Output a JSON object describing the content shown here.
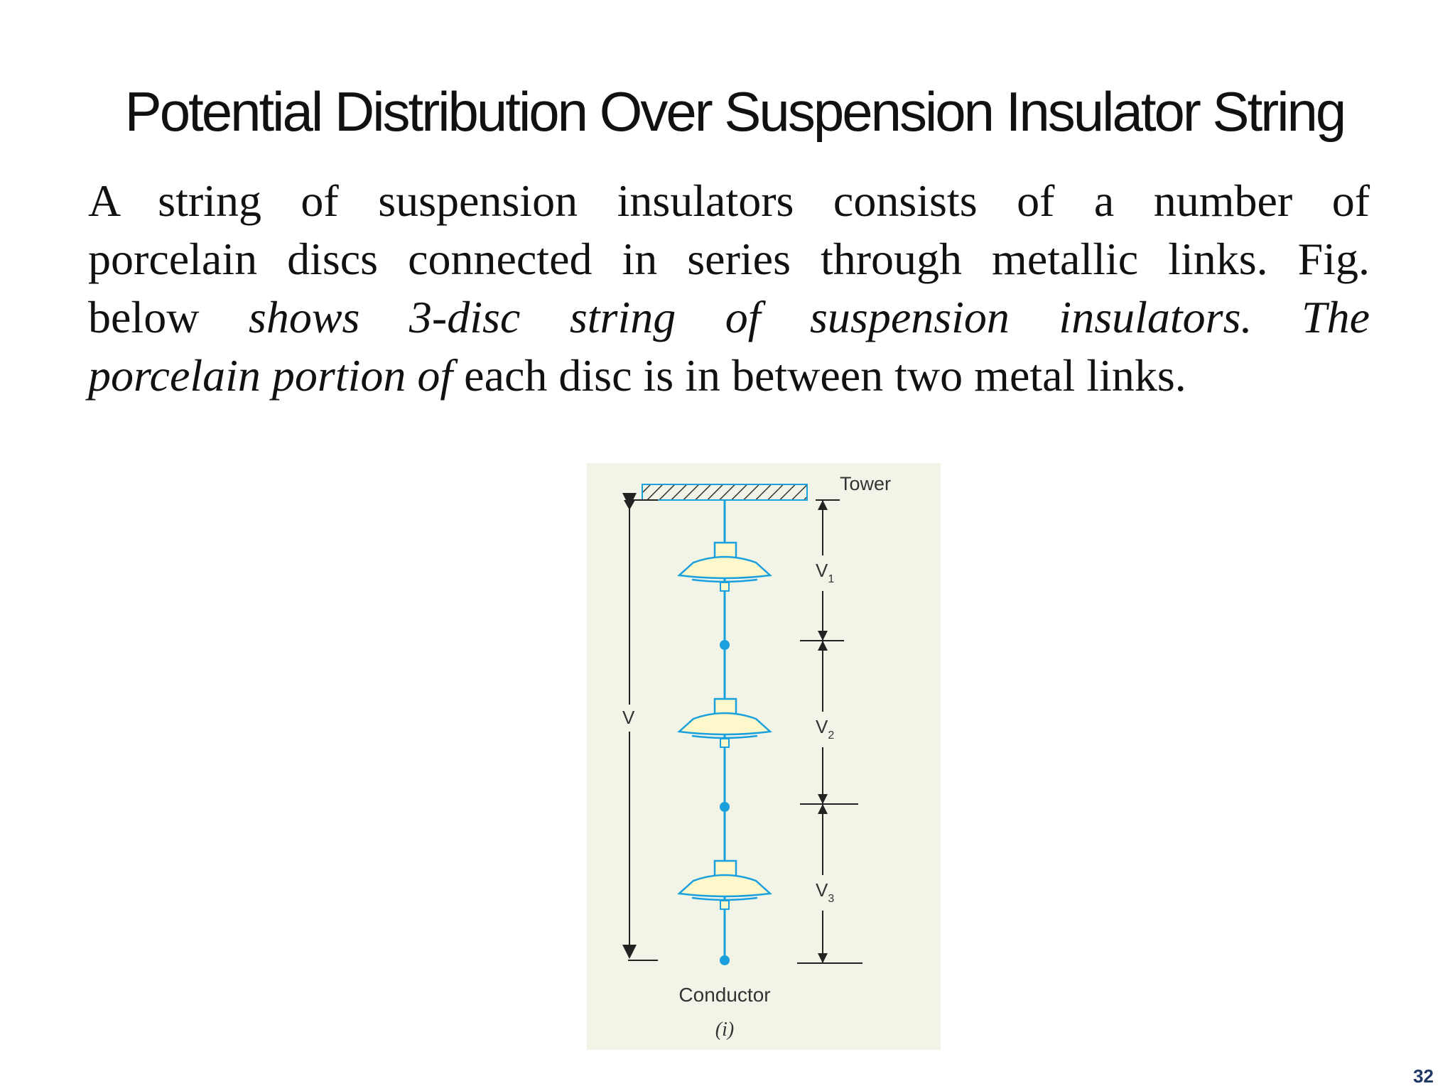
{
  "slide": {
    "title": "Potential Distribution Over Suspension Insulator String",
    "page_number": "32"
  },
  "paragraph": {
    "line1": "A string of suspension insulators consists of a number of",
    "line2": "porcelain discs connected in series through metallic links. Fig.",
    "line3_plain": "below",
    "line3_italic": "shows 3-disc string of suspension insulators. The",
    "line4_italic": "porcelain portion of",
    "line4_plain": "each disc is in between two metal links."
  },
  "figure": {
    "tower_label": "Tower",
    "total_voltage_label": "V",
    "disc_voltage_labels": [
      {
        "main": "V",
        "sub": "1"
      },
      {
        "main": "V",
        "sub": "2"
      },
      {
        "main": "V",
        "sub": "3"
      }
    ],
    "conductor_label": "Conductor",
    "caption": "(i)",
    "colors": {
      "background": "#f3f4e8",
      "insulator_outline": "#1aa0dd",
      "insulator_fill": "#fdf8cc",
      "arrow": "#222222"
    }
  }
}
